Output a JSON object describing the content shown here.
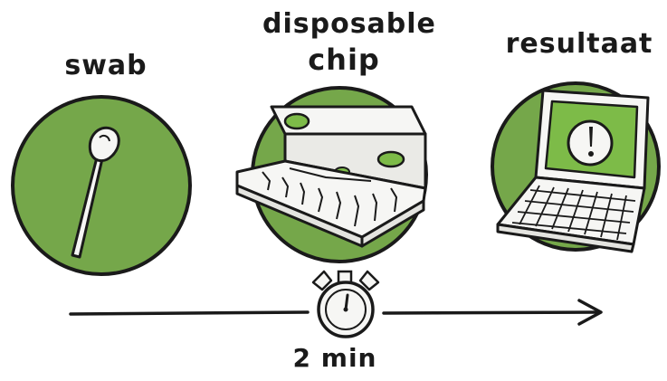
{
  "steps": [
    {
      "label": "swab"
    },
    {
      "label_line1": "disposable",
      "label_line2": "chip"
    },
    {
      "label": "resultaat"
    }
  ],
  "timer": {
    "label": "2 min"
  },
  "colors": {
    "circle_fill": "#75a74a",
    "ink": "#1a1a1a",
    "object_fill": "#f6f6f4",
    "screen_fill": "#7dbb48"
  },
  "icons": [
    "cotton-swab-icon",
    "chip-icon",
    "laptop-icon",
    "stopwatch-icon",
    "arrow-icon"
  ]
}
